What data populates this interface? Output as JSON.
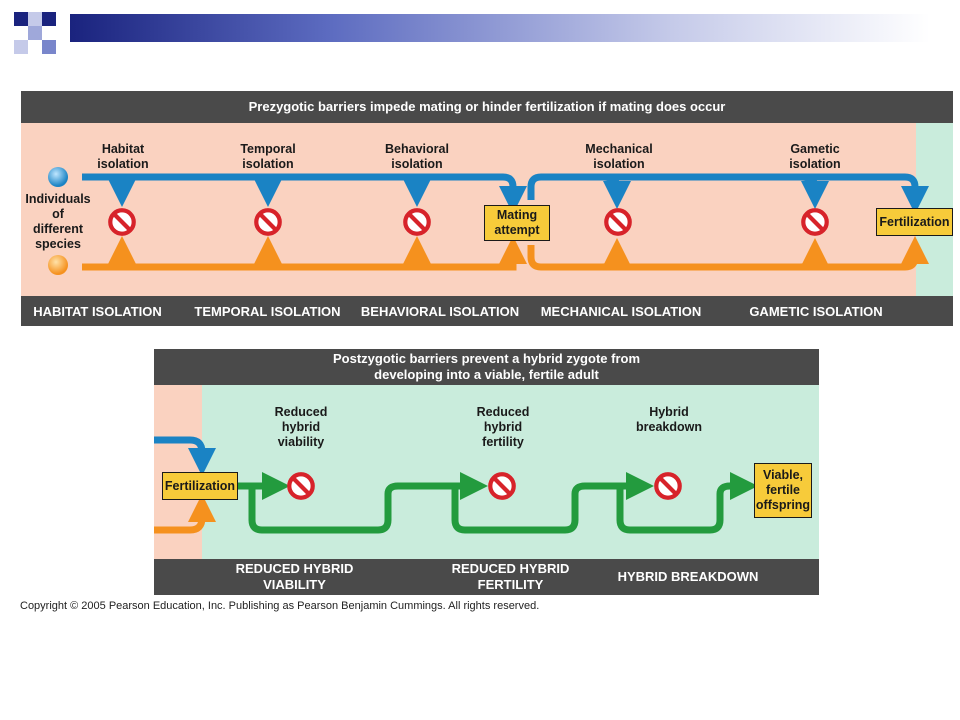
{
  "colors": {
    "dark_bar": "#4a4a4a",
    "salmon": "#fad2c0",
    "mint": "#c9ecdc",
    "blue_arrow": "#1a83c4",
    "orange_arrow": "#f5911e",
    "green_arrow": "#239b3e",
    "stop_red": "#d7232a",
    "yellow_box": "#f7cb3a"
  },
  "prezygotic": {
    "title": "Prezygotic barriers impede mating or hinder fertilization if mating does occur",
    "individuals_label": "Individuals\nof\ndifferent\nspecies",
    "barriers": [
      {
        "label": "Habitat\nisolation",
        "footer": "HABITAT ISOLATION"
      },
      {
        "label": "Temporal\nisolation",
        "footer": "TEMPORAL ISOLATION"
      },
      {
        "label": "Behavioral\nisolation",
        "footer": "BEHAVIORAL ISOLATION"
      },
      {
        "label": "Mechanical\nisolation",
        "footer": "MECHANICAL ISOLATION"
      },
      {
        "label": "Gametic\nisolation",
        "footer": "GAMETIC ISOLATION"
      }
    ],
    "mating_attempt": "Mating\nattempt",
    "fertilization": "Fertilization"
  },
  "postzygotic": {
    "title": "Postzygotic barriers prevent a hybrid zygote from\ndeveloping into a viable, fertile adult",
    "fertilization": "Fertilization",
    "barriers": [
      {
        "label": "Reduced\nhybrid\nviability",
        "footer": "REDUCED HYBRID\nVIABILITY"
      },
      {
        "label": "Reduced\nhybrid\nfertility",
        "footer": "REDUCED HYBRID\nFERTILITY"
      },
      {
        "label": "Hybrid\nbreakdown",
        "footer": "HYBRID BREAKDOWN"
      }
    ],
    "outcome": "Viable,\nfertile\noffspring"
  },
  "copyright": "Copyright © 2005 Pearson Education, Inc. Publishing as Pearson Benjamin Cummings. All rights reserved."
}
